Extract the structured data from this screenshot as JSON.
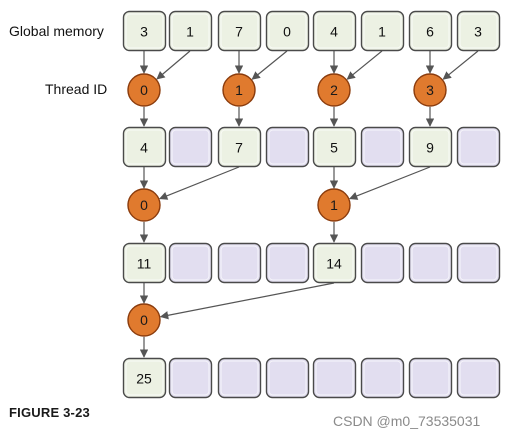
{
  "labels": {
    "global_memory": "Global memory",
    "thread_id": "Thread ID"
  },
  "figure_caption": "FIGURE 3-23",
  "watermark": "CSDN @m0_73535031",
  "colors": {
    "cell_filled": "#ecf1e3",
    "cell_empty": "#e2def0",
    "cell_border": "#4a4a4a",
    "thread_fill": "#e07a2e",
    "thread_border": "#8a3b0c",
    "arrow": "#555555"
  },
  "rows": [
    {
      "cells": [
        "3",
        "1",
        "7",
        "0",
        "4",
        "1",
        "6",
        "3"
      ]
    },
    {
      "cells": [
        "4",
        "",
        "7",
        "",
        "5",
        "",
        "9",
        ""
      ]
    },
    {
      "cells": [
        "11",
        "",
        "",
        "",
        "14",
        "",
        "",
        ""
      ]
    },
    {
      "cells": [
        "25",
        "",
        "",
        "",
        "",
        "",
        "",
        ""
      ]
    }
  ],
  "thread_rows": [
    {
      "threads": [
        {
          "id": "0",
          "col": 0
        },
        {
          "id": "1",
          "col": 2
        },
        {
          "id": "2",
          "col": 4
        },
        {
          "id": "3",
          "col": 6
        }
      ]
    },
    {
      "threads": [
        {
          "id": "0",
          "col": 0
        },
        {
          "id": "1",
          "col": 4
        }
      ]
    },
    {
      "threads": [
        {
          "id": "0",
          "col": 0
        }
      ]
    }
  ],
  "connections": [
    [
      {
        "thread": 0,
        "from": [
          0,
          1
        ]
      },
      {
        "thread": 1,
        "from": [
          2,
          3
        ]
      },
      {
        "thread": 2,
        "from": [
          4,
          5
        ]
      },
      {
        "thread": 3,
        "from": [
          6,
          7
        ]
      }
    ],
    [
      {
        "thread": 0,
        "from": [
          0,
          2
        ]
      },
      {
        "thread": 1,
        "from": [
          4,
          6
        ]
      }
    ],
    [
      {
        "thread": 0,
        "from": [
          0,
          4
        ]
      }
    ]
  ]
}
